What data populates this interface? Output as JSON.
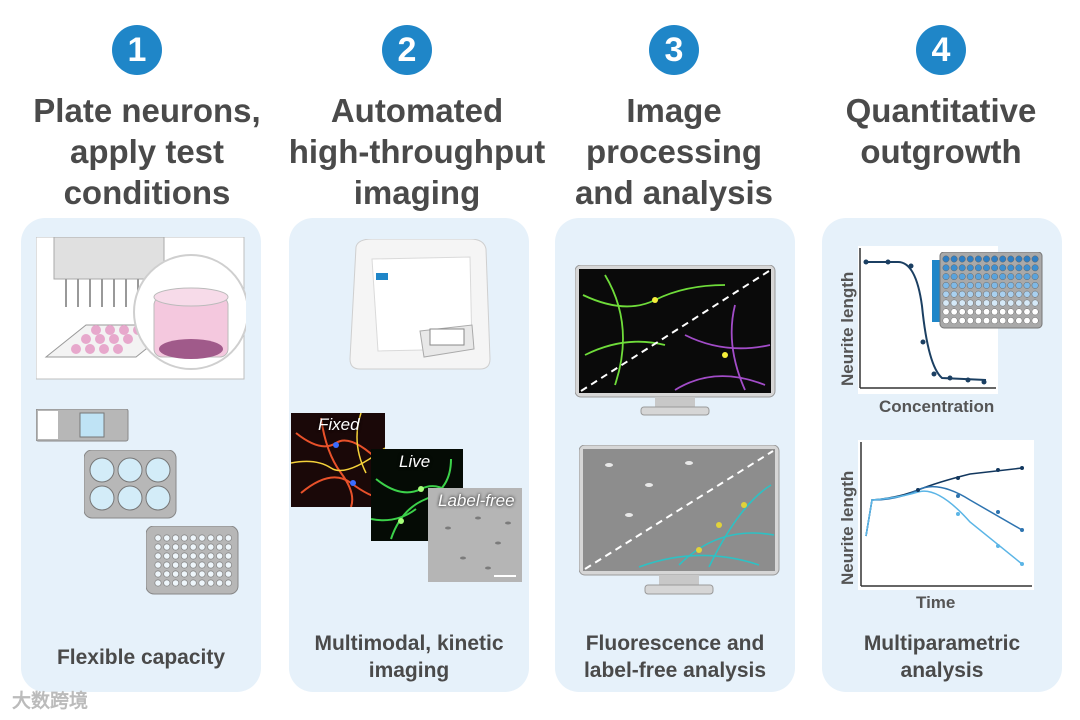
{
  "steps": [
    {
      "number": "1",
      "title": "Plate neurons,\napply test\nconditions",
      "caption": "Flexible capacity"
    },
    {
      "number": "2",
      "title": "Automated\nhigh-throughput\nimaging",
      "caption": "Multimodal, kinetic\nimaging"
    },
    {
      "number": "3",
      "title": "Image\nprocessing\nand analysis",
      "caption": "Fluorescence and\nlabel-free analysis"
    },
    {
      "number": "4",
      "title": "Quantitative\noutgrowth",
      "caption": "Multiparametric\nanalysis"
    }
  ],
  "imaging_modes": {
    "fixed": "Fixed",
    "live": "Live",
    "label_free": "Label-free"
  },
  "charts": {
    "dose_response": {
      "ylabel": "Neurite length",
      "xlabel": "Concentration"
    },
    "time_course": {
      "ylabel": "Neurite length",
      "xlabel": "Time"
    }
  },
  "watermark": "大数跨境",
  "colors": {
    "accent": "#1f86c8",
    "panel": "#e6f1fa",
    "text": "#4a4a4a"
  }
}
